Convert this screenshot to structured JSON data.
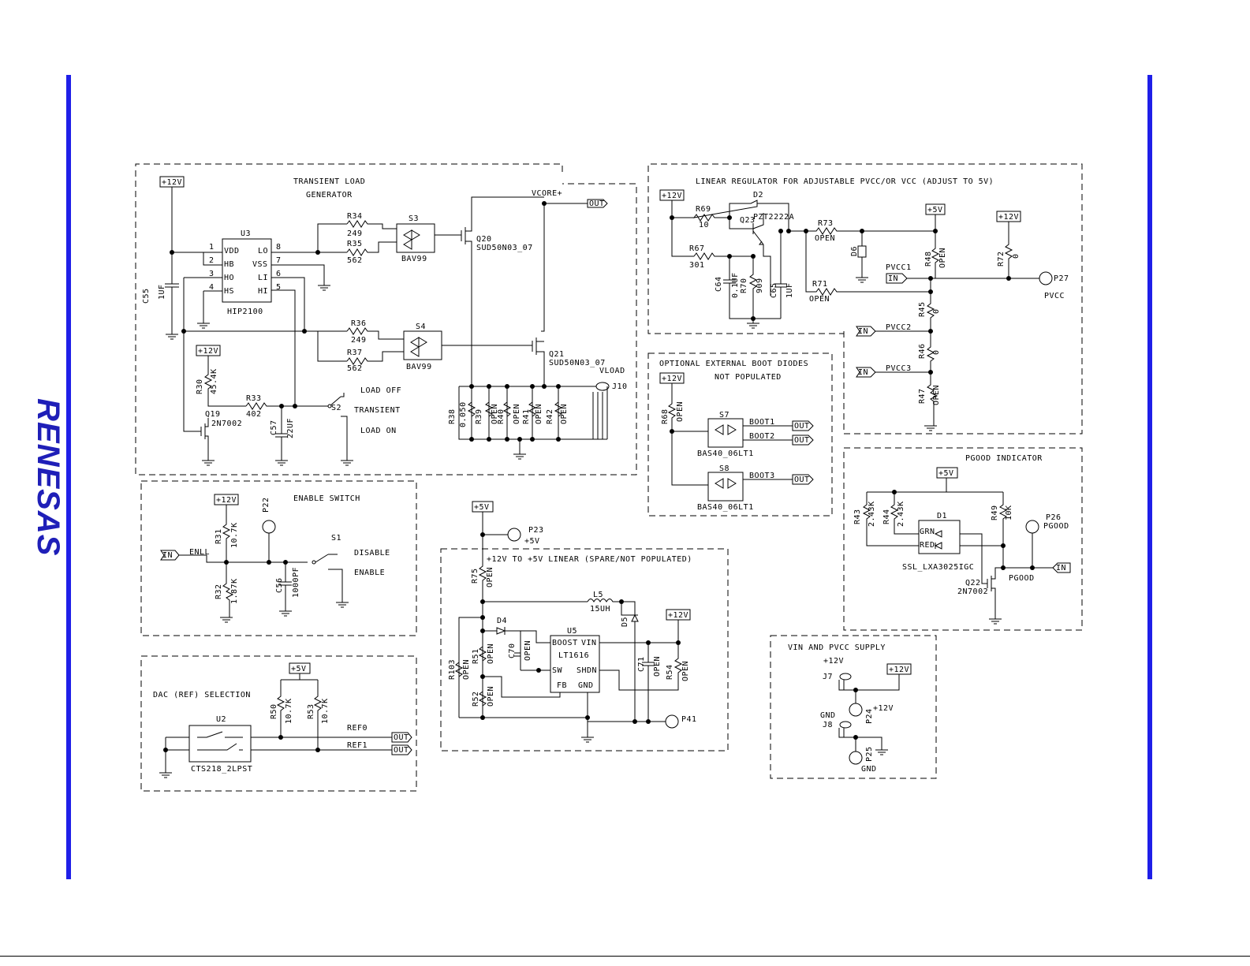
{
  "brand": {
    "logo_text": "RENESAS",
    "accent_color": "#1f1fe8"
  },
  "sections": {
    "transient": {
      "title1": "TRANSIENT LOAD",
      "title2": "GENERATOR",
      "pwr": "+12V",
      "pwr2": "+12V",
      "u3": "U3",
      "u3_part": "HIP2100",
      "pins": [
        "VDD",
        "HB",
        "HO",
        "HS",
        "LO",
        "VSS",
        "LI",
        "HI"
      ],
      "pin_nums": [
        "1",
        "2",
        "3",
        "4",
        "8",
        "7",
        "6",
        "5"
      ],
      "c55": "C55",
      "c55v": "1UF",
      "r34": "R34",
      "r34v": "249",
      "r35": "R35",
      "r35v": "562",
      "r36": "R36",
      "r36v": "249",
      "r37": "R37",
      "r37v": "562",
      "s3": "S3",
      "s3p": "BAV99",
      "s4": "S4",
      "s4p": "BAV99",
      "q20": "Q20",
      "q20p": "SUD50N03_07",
      "q21": "Q21",
      "q21p": "SUD50N03_07",
      "vcore": "VCORE+",
      "out": "OUT",
      "vload": "VLOAD",
      "j10": "J10",
      "r38": "R38",
      "r38v": "0.050",
      "r39": "R39",
      "r39v": "OPEN",
      "r40": "R40",
      "r40v": "OPEN",
      "r41": "R41",
      "r41v": "OPEN",
      "r42": "R42",
      "r42v": "OPEN",
      "r30": "R30",
      "r30v": "45.4K",
      "r33": "R33",
      "r33v": "402",
      "c57": "C57",
      "c57v": "22UF",
      "q19": "Q19",
      "q19p": "2N7002",
      "s2": "S2",
      "load_off": "LOAD OFF",
      "transient_lbl": "TRANSIENT",
      "load_on": "LOAD ON"
    },
    "enable": {
      "title": "ENABLE SWITCH",
      "pwr": "+12V",
      "in": "IN",
      "enll": "ENLL",
      "r31": "R31",
      "r31v": "10.7K",
      "r32": "R32",
      "r32v": "1.87K",
      "p22": "P22",
      "c56": "C56",
      "c56v": "1000PF",
      "s1": "S1",
      "disable": "DISABLE",
      "enable": "ENABLE"
    },
    "dac": {
      "title": "DAC (REF) SELECTION",
      "pwr": "+5V",
      "u2": "U2",
      "u2p": "CTS218_2LPST",
      "r50": "R50",
      "r50v": "10.7K",
      "r53": "R53",
      "r53v": "10.7K",
      "ref0": "REF0",
      "ref1": "REF1",
      "out": "OUT"
    },
    "linear5v": {
      "title": "+12V TO +5V LINEAR (SPARE/NOT POPULATED)",
      "pwr5": "+5V",
      "pwr12": "+12V",
      "p23": "P23",
      "p23v": "+5V",
      "r75": "R75",
      "r75v": "OPEN",
      "l5": "L5",
      "l5v": "15UH",
      "d4": "D4",
      "d5": "D5",
      "c70": "C70",
      "c70v": "OPEN",
      "u5": "U5",
      "u5p": "LT1616",
      "boost": "BOOST",
      "vin": "VIN",
      "sw": "SW",
      "shdn": "SHDN",
      "fb": "FB",
      "gnd": "GND",
      "c71": "C71",
      "c71v": "OPEN",
      "r54": "R54",
      "r54v": "OPEN",
      "r103": "R103",
      "r103v": "OPEN",
      "r51": "R51",
      "r51v": "OPEN",
      "r52": "R52",
      "r52v": "OPEN",
      "p41": "P41"
    },
    "linreg": {
      "title": "LINEAR REGULATOR FOR ADJUSTABLE PVCC/OR VCC (ADJUST TO 5V)",
      "pwr12": "+12V",
      "pwr5": "+5V",
      "pwr12b": "+12V",
      "r69": "R69",
      "r69v": "10",
      "r67": "R67",
      "r67v": "301",
      "d2": "D2",
      "q23": "Q23",
      "q23p": "PZT2222A",
      "r73": "R73",
      "r73v": "OPEN",
      "d6": "D6",
      "r71": "R71",
      "r71v": "OPEN",
      "c64": "C64",
      "c64v": "0.1UF",
      "r70": "R70",
      "r70v": "909",
      "c65": "C65",
      "c65v": "1UF",
      "r48": "R48",
      "r48v": "OPEN",
      "r72": "R72",
      "r72v": "0",
      "p27": "P27",
      "pvcc": "PVCC",
      "pvcc1": "PVCC1",
      "pvcc2": "PVCC2",
      "pvcc3": "PVCC3",
      "in": "IN",
      "r45": "R45",
      "r45v": "0",
      "r46": "R46",
      "r46v": "0",
      "r47": "R47",
      "r47v": "OPEN"
    },
    "boot": {
      "title1": "OPTIONAL EXTERNAL BOOT DIODES",
      "title2": "NOT POPULATED",
      "pwr": "+12V",
      "r68": "R68",
      "r68v": "OPEN",
      "s7": "S7",
      "s8": "S8",
      "part": "BAS40_06LT1",
      "boot1": "BOOT1",
      "boot2": "BOOT2",
      "boot3": "BOOT3",
      "out": "OUT"
    },
    "pgood": {
      "title": "PGOOD INDICATOR",
      "pwr": "+5V",
      "r43": "R43",
      "r43v": "2.43K",
      "r44": "R44",
      "r44v": "2.43K",
      "r49": "R49",
      "r49v": "10K",
      "d1": "D1",
      "d1p": "SSL_LXA3025IGC",
      "grn": "GRN",
      "red": "RED",
      "p26": "P26",
      "pgood": "PGOOD",
      "q22": "Q22",
      "q22p": "2N7002",
      "in": "IN"
    },
    "supply": {
      "title": "VIN AND PVCC SUPPLY",
      "v12": "+12V",
      "pwr12": "+12V",
      "j7": "J7",
      "p24": "P24",
      "p24v": "+12V",
      "gnd": "GND",
      "j8": "J8",
      "p25": "P25",
      "p25v": "GND"
    }
  }
}
